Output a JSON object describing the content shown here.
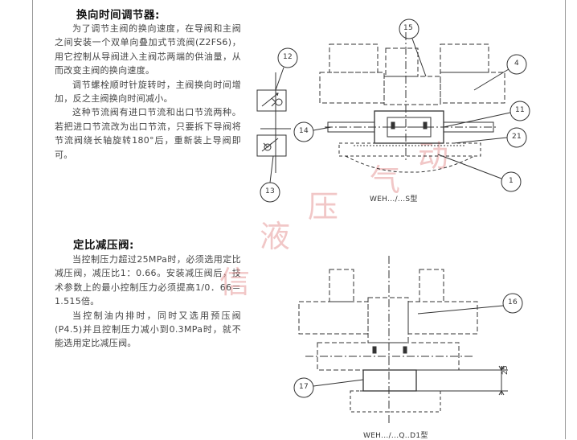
{
  "section1": {
    "title": "换向时间调节器:",
    "paragraphs": [
      "为了调节主阀的换向速度，在导阀和主阀之间安装一个双单向叠加式节流阀(Z2FS6)，用它控制从导阀进入主阀芯两端的供油量，从而改变主阀的换向速度。",
      "调节螺栓顺时针旋转时，主阀换向时间增加，反之主阀换向时间减小。",
      "这种节流阀有进口节流和出口节流两种。若把进口节流改为出口节流，只要拆下导阀将节流阀绕长轴旋转180°后，重新装上导阀即可。"
    ]
  },
  "section2": {
    "title": "定比减压阀:",
    "paragraphs": [
      "当控制压力超过25MPa时，必须选用定比减压阀，减压比1：0.66。安装减压阀后，技术参数上的最小控制压力必须提高1/0．66＝1.515倍。",
      "当控制油内排时，同时又选用预压阀(P4.5)并且控制压力减小到0.3MPa时，就不能选用定比减压阀。"
    ]
  },
  "diagram1": {
    "caption": "WEH.../...S型",
    "callouts": [
      "15",
      "4",
      "11",
      "21",
      "1",
      "14",
      "12",
      "13"
    ]
  },
  "diagram2": {
    "caption": "WEH.../...Q..D1型",
    "callouts": [
      "16",
      "17"
    ],
    "dimension": "25"
  },
  "watermark": [
    "信",
    "液",
    "压",
    "气",
    "动"
  ]
}
